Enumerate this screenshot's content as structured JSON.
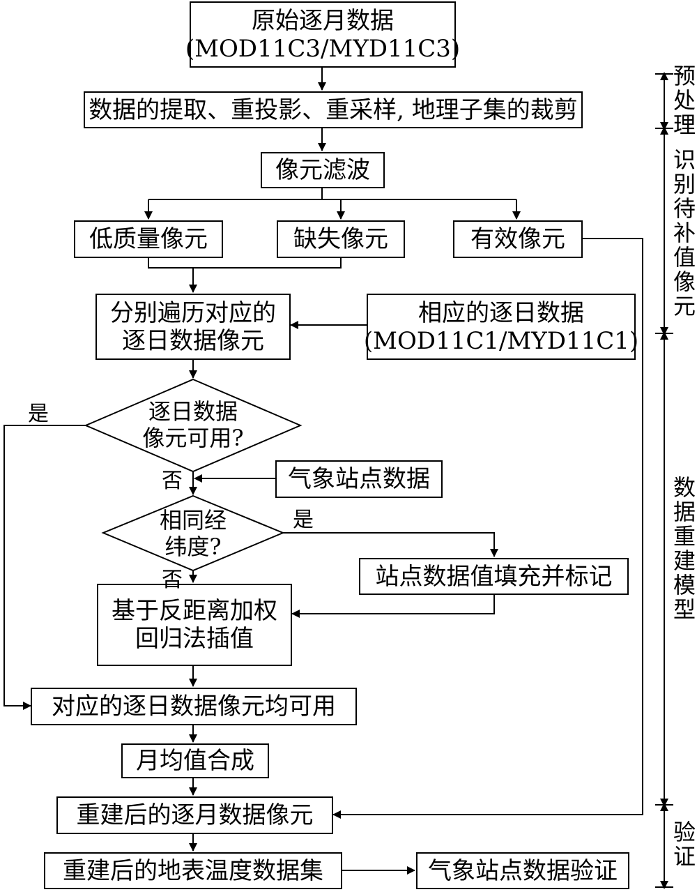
{
  "nodes": {
    "raw_monthly": {
      "line1": "原始逐月数据",
      "line2": "(MOD11C3/MYD11C3)"
    },
    "preprocess": {
      "label": "数据的提取、重投影、重采样, 地理子集的裁剪"
    },
    "pixel_filter": {
      "label": "像元滤波"
    },
    "low_quality": {
      "label": "低质量像元"
    },
    "missing": {
      "label": "缺失像元"
    },
    "valid": {
      "label": "有效像元"
    },
    "traverse_daily": {
      "line1": "分别遍历对应的",
      "line2": "逐日数据像元"
    },
    "daily_data": {
      "line1": "相应的逐日数据",
      "line2": "(MOD11C1/MYD11C1)"
    },
    "daily_usable": {
      "line1": "逐日数据",
      "line2": "像元可用?"
    },
    "station_data": {
      "label": "气象站点数据"
    },
    "same_latlon": {
      "line1": "相同经",
      "line2": "纬度?"
    },
    "station_fill": {
      "label": "站点数据值填充并标记"
    },
    "idw_regression": {
      "line1": "基于反距离加权",
      "line2": "回归法插值"
    },
    "all_usable": {
      "label": "对应的逐日数据像元均可用"
    },
    "monthly_mean": {
      "label": "月均值合成"
    },
    "rebuilt_pixels": {
      "label": "重建后的逐月数据像元"
    },
    "rebuilt_dataset": {
      "label": "重建后的地表温度数据集"
    },
    "station_validation": {
      "label": "气象站点数据验证"
    }
  },
  "edge_labels": {
    "yes_usable": "是",
    "no_usable": "否",
    "yes_same": "是",
    "no_same": "否"
  },
  "stages": {
    "preprocess": [
      "预",
      "处",
      "理"
    ],
    "identify": [
      "识",
      "别",
      "待",
      "补",
      "值",
      "像",
      "元"
    ],
    "rebuild": [
      "数",
      "据",
      "重",
      "建",
      "模",
      "型"
    ],
    "validate": [
      "验",
      "证"
    ]
  }
}
